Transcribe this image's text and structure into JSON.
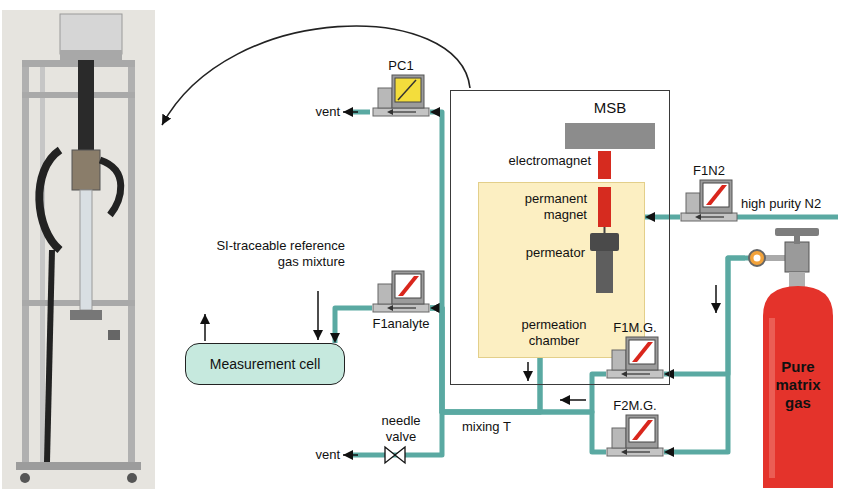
{
  "diagram": {
    "nodes": [
      {
        "text": [
          "PC1"
        ]
      },
      {
        "text": [
          "MSB",
          "electromagnet"
        ]
      },
      {
        "text": [
          "permanent magnet",
          "permeator",
          "permeation chamber"
        ],
        "in": 1
      },
      {
        "text": [
          "F1N2"
        ]
      },
      {
        "text": [
          "F1analyte"
        ]
      },
      {
        "text": [
          "Measurement cell"
        ]
      },
      {
        "text": [
          "F1M.G."
        ]
      },
      {
        "text": [
          "F2M.G."
        ]
      },
      {
        "text": [
          "Pure matrix gas"
        ]
      }
    ],
    "edges": [
      {
        "from": 3,
        "to": 2,
        "arrow": "to"
      },
      {
        "from": 8,
        "to": 6,
        "arrow": "to"
      },
      {
        "from": 8,
        "to": 7,
        "arrow": "to"
      },
      {
        "from": 6,
        "to": 4,
        "arrow": "to"
      },
      {
        "from": 7,
        "to": 4,
        "arrow": "to"
      },
      {
        "from": 2,
        "to": 4,
        "arrow": "to"
      },
      {
        "from": 2,
        "to": 0,
        "arrow": "to"
      },
      {
        "from": 4,
        "to": 5,
        "arrow": "to"
      }
    ],
    "labels": [
      "vent",
      "high purity N2",
      "SI-traceable reference gas mixture",
      "mixing T",
      "needle valve",
      "vent"
    ]
  }
}
